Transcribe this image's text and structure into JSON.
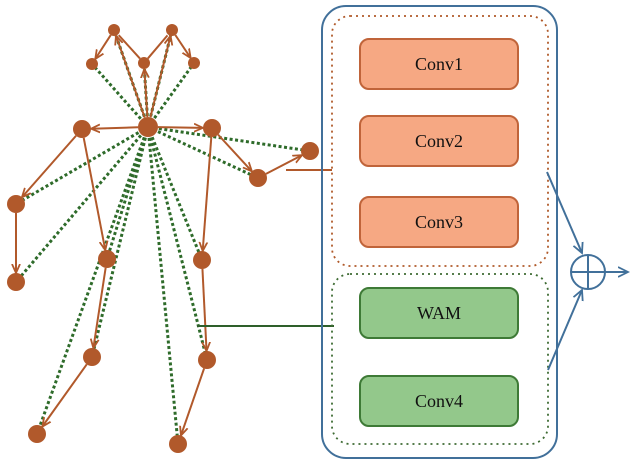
{
  "colors": {
    "bone": "#B1592B",
    "joint": "#B1592B",
    "spatial_link": "#2E6B2A",
    "panel_border": "#41709A",
    "orange_fill": "#F6A883",
    "orange_stroke": "#C0643A",
    "green_fill": "#93C88B",
    "green_stroke": "#3E7A36",
    "orange_dash": "#B05A2A",
    "green_dash": "#3E6B33",
    "arrow": "#41709A"
  },
  "blocks": {
    "conv1": "Conv1",
    "conv2": "Conv2",
    "conv3": "Conv3",
    "wam": "WAM",
    "conv4": "Conv4"
  },
  "icons": {
    "sum": "circle-plus-icon"
  }
}
